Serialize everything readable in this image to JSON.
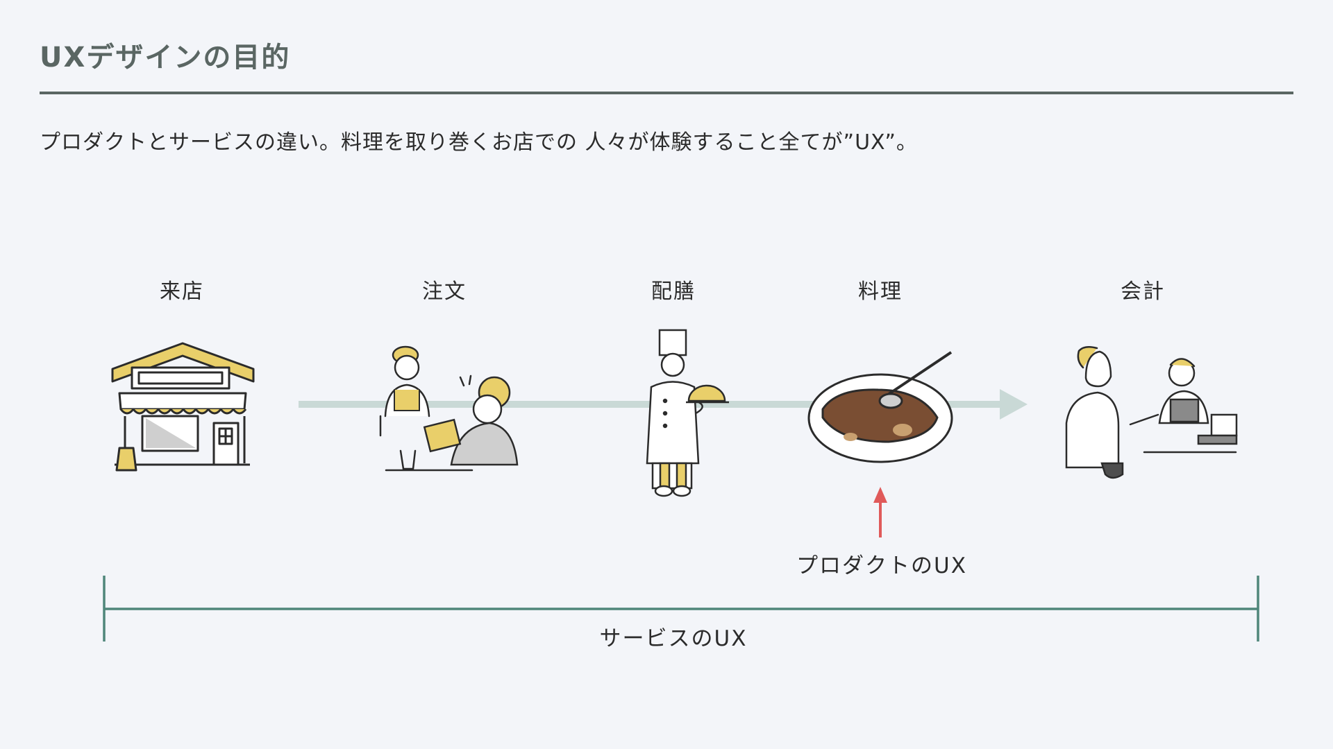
{
  "header": {
    "title": "UXデザインの目的",
    "subtitle": "プロダクトとサービスの違い。料理を取り巻くお店での 人々が体験すること全てが”UX”。"
  },
  "steps": [
    {
      "label": "来店",
      "icon": "storefront-icon"
    },
    {
      "label": "注文",
      "icon": "ordering-icon"
    },
    {
      "label": "配膳",
      "icon": "chef-serving-icon"
    },
    {
      "label": "料理",
      "icon": "curry-dish-icon"
    },
    {
      "label": "会計",
      "icon": "checkout-icon"
    }
  ],
  "annotations": {
    "product_ux": "プロダクトのUX",
    "service_ux": "サービスのUX"
  },
  "colors": {
    "heading": "#5a6663",
    "flow_arrow": "#c9d9d6",
    "accent_yellow": "#e9cf6a",
    "pointer_red": "#e05a5a",
    "bracket": "#4f867a"
  }
}
